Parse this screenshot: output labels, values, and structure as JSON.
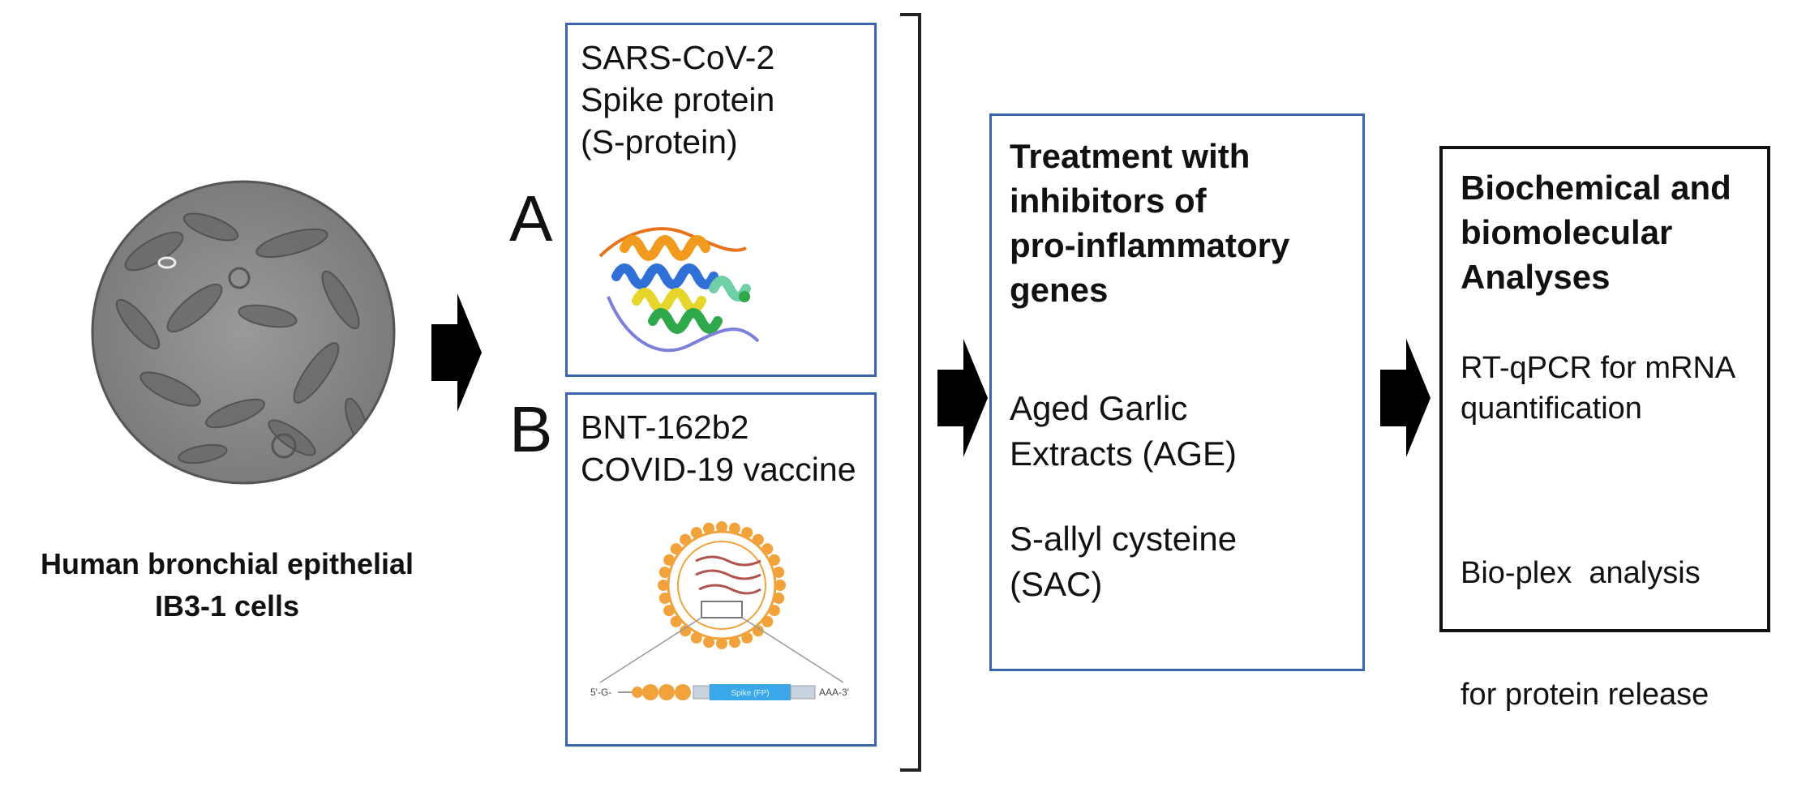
{
  "cells": {
    "caption_lines": [
      "Human bronchial epithelial",
      "IB3-1 cells"
    ]
  },
  "option_a": {
    "letter": "A",
    "text_lines": [
      "SARS-CoV-2",
      "Spike protein",
      "(S-protein)"
    ],
    "illustration_icon": "protein-ribbon-structure"
  },
  "option_b": {
    "letter": "B",
    "text_lines": [
      "BNT-162b2",
      "COVID-19 vaccine"
    ],
    "illustration_icon": "lipid-nanoparticle-mrna",
    "construct": {
      "five_prime": "5'-G-",
      "cds_label": "Spike (FP)",
      "three_prime": "AAA-3'"
    }
  },
  "treatment": {
    "title_lines": [
      "Treatment with",
      "inhibitors of",
      "pro-inflammatory",
      "genes"
    ],
    "item1_lines": [
      "Aged Garlic",
      "Extracts (AGE)"
    ],
    "item2_lines": [
      "S-allyl cysteine",
      "(SAC)"
    ]
  },
  "analyses": {
    "title_lines": [
      "Biochemical and",
      "biomolecular",
      "Analyses"
    ],
    "item1_lines": [
      "RT-qPCR for mRNA",
      "quantification"
    ],
    "item2_lines": [
      "Bio-plex  analysis",
      "for protein release"
    ]
  },
  "colors": {
    "box_border_blue": "#3a64b0",
    "box_border_black": "#111111",
    "nanoparticle_orange": "#f2a23a",
    "cds_blue": "#3aa8e8"
  }
}
